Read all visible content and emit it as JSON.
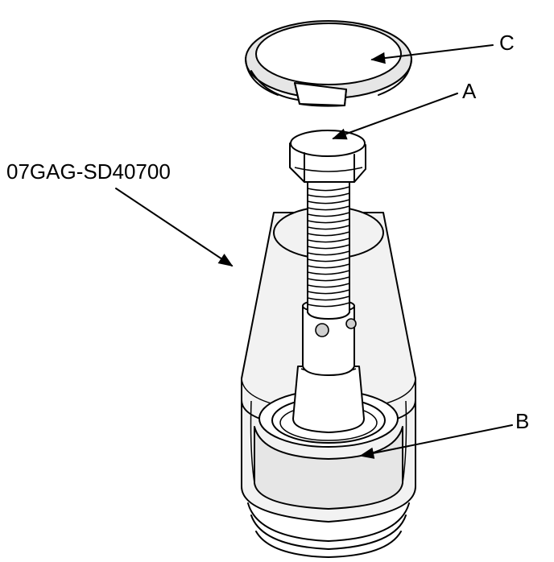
{
  "labels": {
    "a": "A",
    "b": "B",
    "c": "C",
    "tool": "07GAG-SD40700"
  },
  "colors": {
    "line": "#000000",
    "fill_light": "#f2f2f2",
    "fill_mid": "#e6e6e6",
    "background": "#ffffff"
  }
}
